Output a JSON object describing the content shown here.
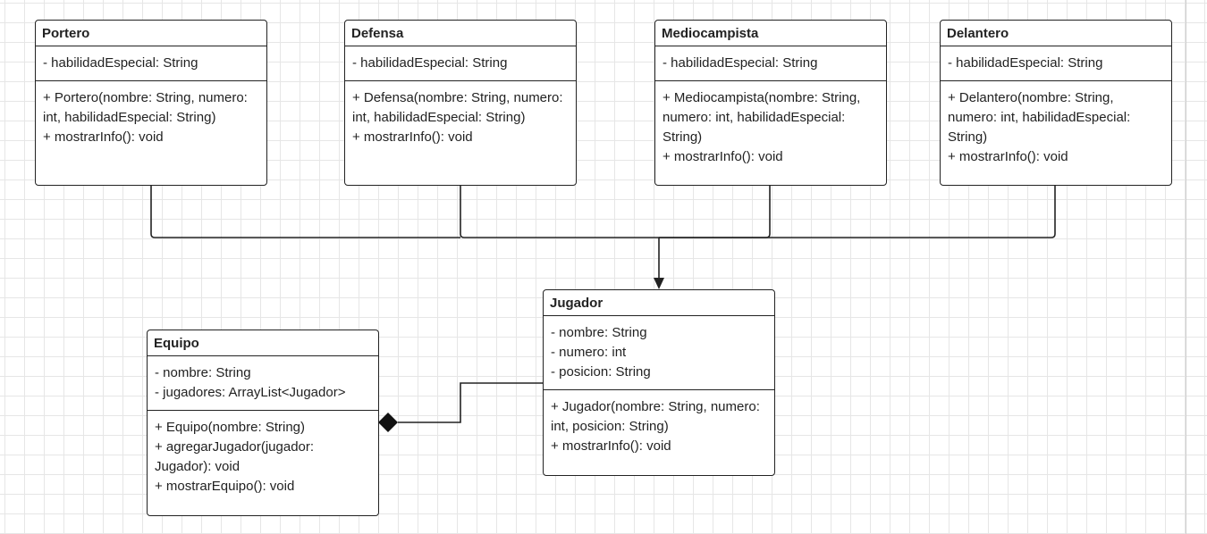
{
  "classes": {
    "portero": {
      "name": "Portero",
      "attributes": [
        "- habilidadEspecial: String"
      ],
      "operations": [
        "+ Portero(nombre: String, numero: int, habilidadEspecial: String)",
        "+ mostrarInfo(): void"
      ]
    },
    "defensa": {
      "name": "Defensa",
      "attributes": [
        "- habilidadEspecial: String"
      ],
      "operations": [
        "+ Defensa(nombre: String, numero: int, habilidadEspecial: String)",
        "+ mostrarInfo(): void"
      ]
    },
    "mediocampista": {
      "name": "Mediocampista",
      "attributes": [
        "- habilidadEspecial: String"
      ],
      "operations": [
        "+ Mediocampista(nombre: String, numero: int, habilidadEspecial: String)",
        "+ mostrarInfo(): void"
      ]
    },
    "delantero": {
      "name": "Delantero",
      "attributes": [
        "- habilidadEspecial: String"
      ],
      "operations": [
        "+ Delantero(nombre: String, numero: int, habilidadEspecial: String)",
        "+ mostrarInfo(): void"
      ]
    },
    "jugador": {
      "name": "Jugador",
      "attributes": [
        "- nombre: String",
        "- numero: int",
        "- posicion: String"
      ],
      "operations": [
        "+ Jugador(nombre: String, numero: int, posicion: String)",
        "+ mostrarInfo(): void"
      ]
    },
    "equipo": {
      "name": "Equipo",
      "attributes": [
        "- nombre: String",
        "- jugadores: ArrayList<Jugador>"
      ],
      "operations": [
        "+ Equipo(nombre: String)",
        "+ agregarJugador(jugador: Jugador): void",
        "+ mostrarEquipo(): void"
      ]
    }
  },
  "relationships": [
    {
      "type": "generalization",
      "from": "portero",
      "to": "jugador"
    },
    {
      "type": "generalization",
      "from": "defensa",
      "to": "jugador"
    },
    {
      "type": "generalization",
      "from": "mediocampista",
      "to": "jugador"
    },
    {
      "type": "generalization",
      "from": "delantero",
      "to": "jugador"
    },
    {
      "type": "composition",
      "whole": "equipo",
      "part": "jugador"
    }
  ],
  "colors": {
    "line": "#222222",
    "grid": "#e6e6e6",
    "background": "#ffffff"
  }
}
